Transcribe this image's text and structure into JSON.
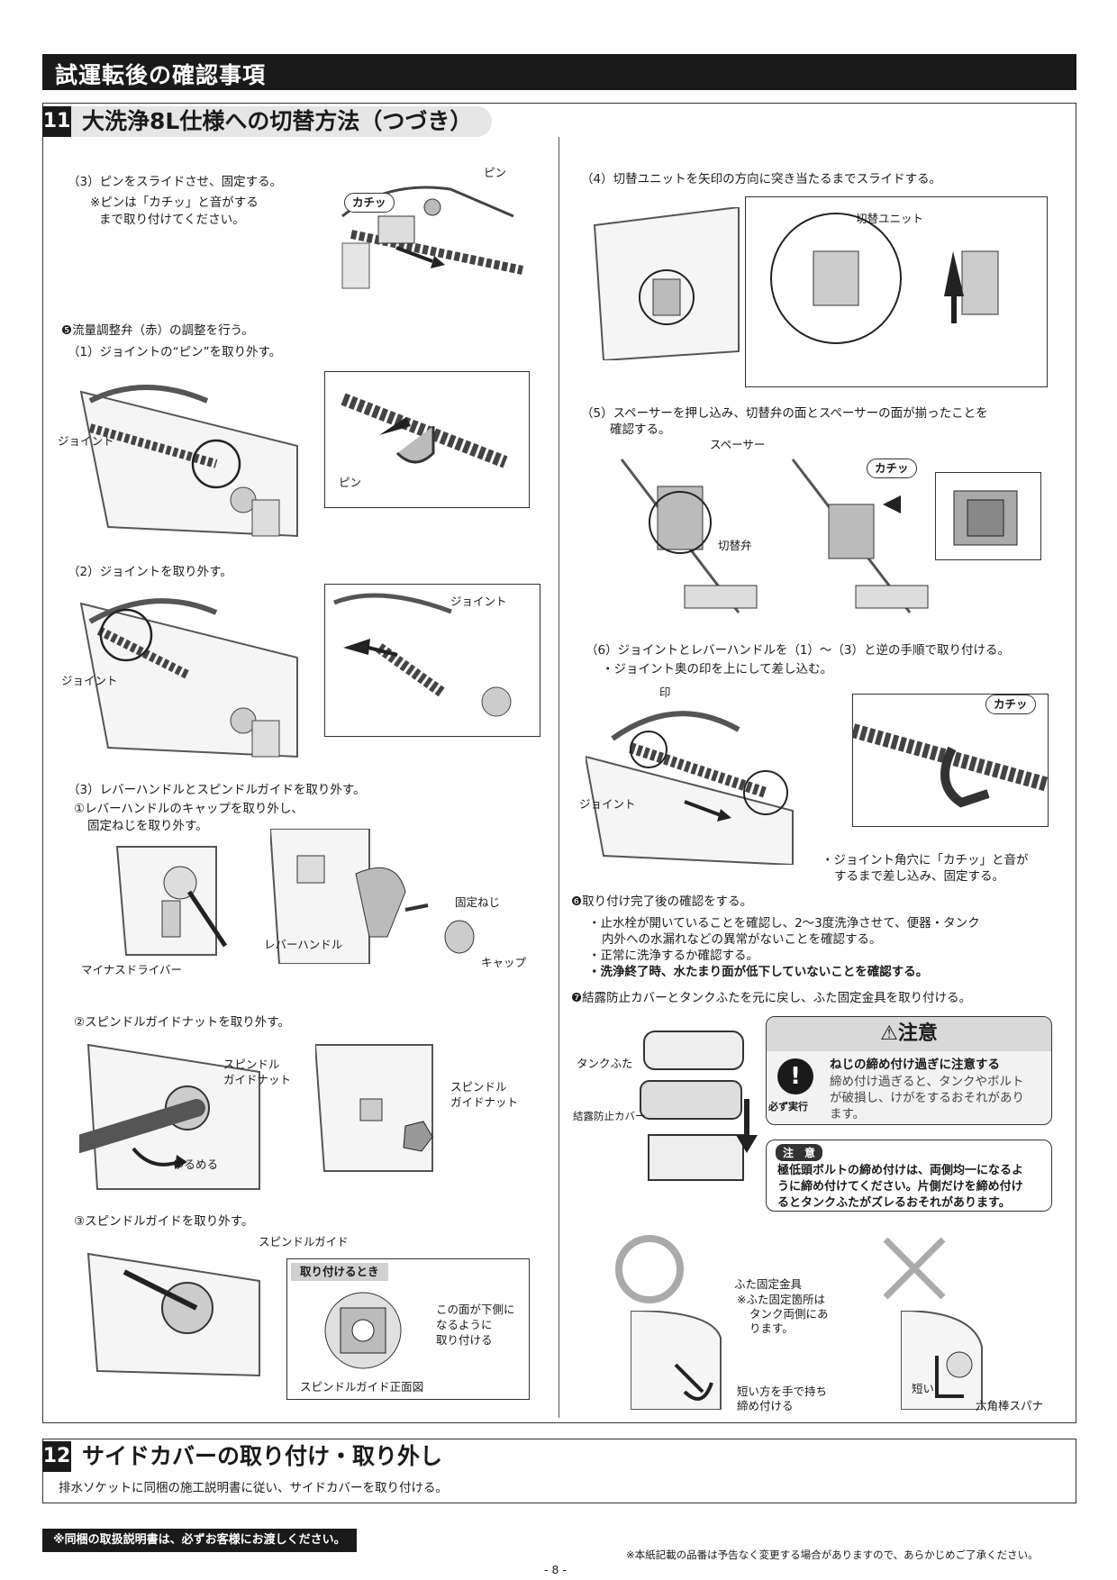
{
  "header": {
    "title": "試運転後の確認事項"
  },
  "section11": {
    "num": "11",
    "title": "大洗浄8L仕様への切替方法（つづき）",
    "step3": {
      "text": "（3）ピンをスライドさせ、固定する。",
      "note1": "※ピンは「カチッ」と音がする",
      "note2": "まで取り付けてください。",
      "pin_label": "ピン",
      "click": "カチッ"
    },
    "step5": {
      "heading": "❺流量調整弁（赤）の調整を行う。",
      "sub1": "（1）ジョイントの“ピン”を取り外す。",
      "joint": "ジョイント",
      "pin": "ピン",
      "sub2": "（2）ジョイントを取り外す。",
      "joint2": "ジョイント",
      "joint3": "ジョイント",
      "sub3": "（3）レバーハンドルとスピンドルガイドを取り外す。",
      "sub3a1": "①レバーハンドルのキャップを取り外し、",
      "sub3a2": "固定ねじを取り外す。",
      "fixscrew": "固定ねじ",
      "lever": "レバーハンドル",
      "driver": "マイナスドライバー",
      "cap": "キャップ",
      "sub3b": "②スピンドルガイドナットを取り外す。",
      "sgnut1": "スピンドル",
      "sgnut2": "ガイドナット",
      "loosen": "ゆるめる",
      "sgnut3": "スピンドル",
      "sgnut4": "ガイドナット",
      "sub3c": "③スピンドルガイドを取り外す。",
      "sg": "スピンドルガイド",
      "attach_title": "取り付けるとき",
      "face1": "この面が下側に",
      "face2": "なるように",
      "face3": "取り付ける",
      "front": "スピンドルガイド正面図"
    },
    "step4": {
      "text": "（4）切替ユニットを矢印の方向に突き当たるまでスライドする。",
      "unit": "切替ユニット"
    },
    "step5r": {
      "text1": "（5）スペーサーを押し込み、切替弁の面とスペーサーの面が揃ったことを",
      "text2": "確認する。",
      "spacer": "スペーサー",
      "valve": "切替弁",
      "click": "カチッ"
    },
    "step6r": {
      "text1": "（6）ジョイントとレバーハンドルを（1）～（3）と逆の手順で取り付ける。",
      "text2": "・ジョイント奥の印を上にして差し込む。",
      "mark": "印",
      "joint": "ジョイント",
      "click": "カチッ",
      "note1": "・ジョイント角穴に「カチッ」と音が",
      "note2": "するまで差し込み、固定する。"
    },
    "step6": {
      "heading": "❻取り付け完了後の確認をする。",
      "l1": "・止水栓が開いていることを確認し、2～3度洗浄させて、便器・タンク",
      "l2": "内外への水漏れなどの異常がないことを確認する。",
      "l3": "・正常に洗浄するか確認する。",
      "l4": "・洗浄終了時、水たまり面が低下していないことを確認する。"
    },
    "step7": {
      "heading": "❼結露防止カバーとタンクふたを元に戻し、ふた固定金具を取り付ける。",
      "lid": "タンクふた",
      "cover": "結露防止カバー"
    },
    "caution": {
      "title": "⚠注意",
      "must": "必ず実行",
      "head": "ねじの締め付け過ぎに注意する",
      "b1": "締め付け過ぎると、タンクやボルト",
      "b2": "が破損し、けがをするおそれがあり",
      "b3": "ます。"
    },
    "note": {
      "tag": "注　意",
      "l1": "極低頭ボルトの締め付けは、両側均一になるよ",
      "l2": "うに締め付けてください。片側だけを締め付け",
      "l3": "るとタンクふたがズレるおそれがあります。"
    },
    "fix": {
      "bracket": "ふた固定金具",
      "n1": "※ふた固定箇所は",
      "n2": "タンク両側にあ",
      "n3": "ります。",
      "short1": "短い方を手で持ち",
      "short2": "締め付ける",
      "short": "短い",
      "hex": "六角棒スパナ"
    }
  },
  "section12": {
    "num": "12",
    "title": "サイドカバーの取り付け・取り外し",
    "text": "排水ソケットに同梱の施工説明書に従い、サイドカバーを取り付ける。"
  },
  "footer": {
    "note": "※同梱の取扱説明書は、必ずお客様にお渡しください。",
    "right": "※本紙記載の品番は予告なく変更する場合がありますので、あらかじめご了承ください。",
    "page": "- 8 -"
  }
}
